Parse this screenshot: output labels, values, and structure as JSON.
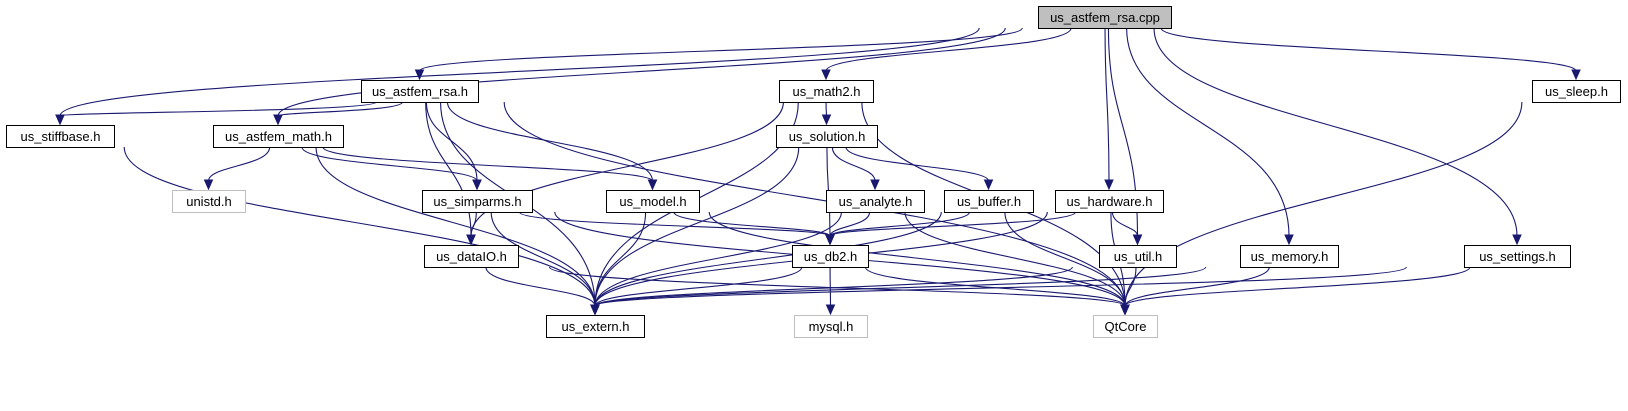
{
  "colors": {
    "edge": "#191970",
    "root_fill": "#bfbfbf",
    "border": "#000000",
    "missing_border": "#bfbfbf",
    "missing_text": "#7f7f7f"
  },
  "nodes": [
    {
      "id": "root",
      "label": "us_astfem_rsa.cpp",
      "kind": "root"
    },
    {
      "id": "rsa_h",
      "label": "us_astfem_rsa.h",
      "kind": "header"
    },
    {
      "id": "math2",
      "label": "us_math2.h",
      "kind": "header"
    },
    {
      "id": "sleep",
      "label": "us_sleep.h",
      "kind": "header"
    },
    {
      "id": "stiffbase",
      "label": "us_stiffbase.h",
      "kind": "header"
    },
    {
      "id": "astfem_math",
      "label": "us_astfem_math.h",
      "kind": "header"
    },
    {
      "id": "solution",
      "label": "us_solution.h",
      "kind": "header"
    },
    {
      "id": "unistd",
      "label": "unistd.h",
      "kind": "missing"
    },
    {
      "id": "simparms",
      "label": "us_simparms.h",
      "kind": "header"
    },
    {
      "id": "model",
      "label": "us_model.h",
      "kind": "header"
    },
    {
      "id": "analyte",
      "label": "us_analyte.h",
      "kind": "header"
    },
    {
      "id": "buffer",
      "label": "us_buffer.h",
      "kind": "header"
    },
    {
      "id": "hardware",
      "label": "us_hardware.h",
      "kind": "header"
    },
    {
      "id": "dataio",
      "label": "us_dataIO.h",
      "kind": "header"
    },
    {
      "id": "db2",
      "label": "us_db2.h",
      "kind": "header"
    },
    {
      "id": "util",
      "label": "us_util.h",
      "kind": "header"
    },
    {
      "id": "memory",
      "label": "us_memory.h",
      "kind": "header"
    },
    {
      "id": "settings",
      "label": "us_settings.h",
      "kind": "header"
    },
    {
      "id": "extern",
      "label": "us_extern.h",
      "kind": "header"
    },
    {
      "id": "mysql",
      "label": "mysql.h",
      "kind": "missing"
    },
    {
      "id": "qtcore",
      "label": "QtCore",
      "kind": "missing"
    }
  ],
  "edges": [
    [
      "root",
      "rsa_h"
    ],
    [
      "root",
      "math2"
    ],
    [
      "root",
      "sleep"
    ],
    [
      "root",
      "stiffbase"
    ],
    [
      "root",
      "astfem_math"
    ],
    [
      "root",
      "hardware"
    ],
    [
      "root",
      "util"
    ],
    [
      "root",
      "memory"
    ],
    [
      "root",
      "settings"
    ],
    [
      "rsa_h",
      "stiffbase"
    ],
    [
      "rsa_h",
      "astfem_math"
    ],
    [
      "rsa_h",
      "simparms"
    ],
    [
      "rsa_h",
      "model"
    ],
    [
      "rsa_h",
      "dataio"
    ],
    [
      "rsa_h",
      "extern"
    ],
    [
      "rsa_h",
      "qtcore"
    ],
    [
      "math2",
      "solution"
    ],
    [
      "math2",
      "dataio"
    ],
    [
      "math2",
      "extern"
    ],
    [
      "math2",
      "qtcore"
    ],
    [
      "sleep",
      "qtcore"
    ],
    [
      "stiffbase",
      "extern"
    ],
    [
      "astfem_math",
      "unistd"
    ],
    [
      "astfem_math",
      "simparms"
    ],
    [
      "astfem_math",
      "model"
    ],
    [
      "astfem_math",
      "extern"
    ],
    [
      "solution",
      "analyte"
    ],
    [
      "solution",
      "buffer"
    ],
    [
      "solution",
      "db2"
    ],
    [
      "solution",
      "extern"
    ],
    [
      "simparms",
      "dataio"
    ],
    [
      "simparms",
      "db2"
    ],
    [
      "simparms",
      "extern"
    ],
    [
      "simparms",
      "qtcore"
    ],
    [
      "model",
      "db2"
    ],
    [
      "model",
      "extern"
    ],
    [
      "model",
      "qtcore"
    ],
    [
      "analyte",
      "db2"
    ],
    [
      "analyte",
      "extern"
    ],
    [
      "analyte",
      "qtcore"
    ],
    [
      "buffer",
      "db2"
    ],
    [
      "buffer",
      "extern"
    ],
    [
      "buffer",
      "qtcore"
    ],
    [
      "hardware",
      "db2"
    ],
    [
      "hardware",
      "util"
    ],
    [
      "hardware",
      "extern"
    ],
    [
      "hardware",
      "qtcore"
    ],
    [
      "dataio",
      "extern"
    ],
    [
      "dataio",
      "qtcore"
    ],
    [
      "db2",
      "mysql"
    ],
    [
      "db2",
      "extern"
    ],
    [
      "db2",
      "qtcore"
    ],
    [
      "util",
      "extern"
    ],
    [
      "util",
      "qtcore"
    ],
    [
      "memory",
      "extern"
    ],
    [
      "memory",
      "qtcore"
    ],
    [
      "settings",
      "extern"
    ],
    [
      "settings",
      "qtcore"
    ]
  ]
}
